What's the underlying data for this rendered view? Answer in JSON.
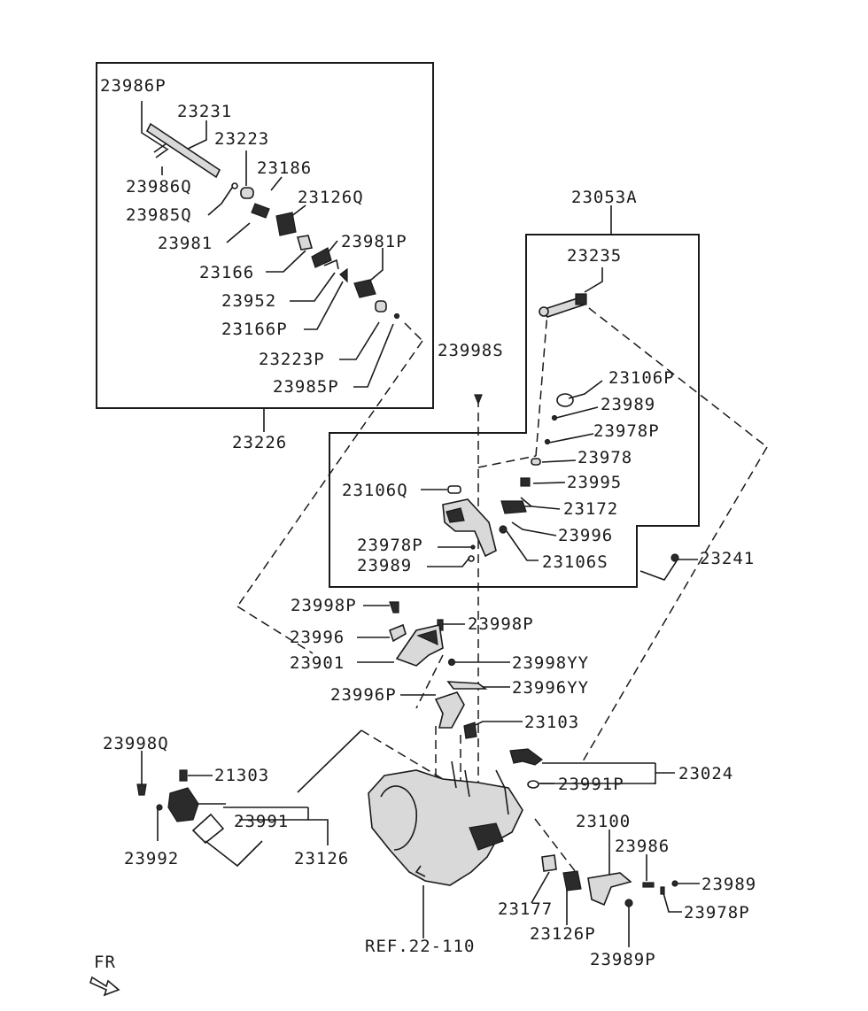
{
  "labels": {
    "l_23986P": "23986P",
    "l_23231": "23231",
    "l_23223": "23223",
    "l_23186": "23186",
    "l_23986Q": "23986Q",
    "l_23126Q": "23126Q",
    "l_23985Q": "23985Q",
    "l_23981": "23981",
    "l_23981P": "23981P",
    "l_23166": "23166",
    "l_23952": "23952",
    "l_23166P": "23166P",
    "l_23223P": "23223P",
    "l_23985P": "23985P",
    "l_23226": "23226",
    "l_23053A": "23053A",
    "l_23235": "23235",
    "l_23998S": "23998S",
    "l_23106P": "23106P",
    "l_23989a": "23989",
    "l_23978Pa": "23978P",
    "l_23978": "23978",
    "l_23106Q": "23106Q",
    "l_23995": "23995",
    "l_23172": "23172",
    "l_23978Pb": "23978P",
    "l_23996a": "23996",
    "l_23989b": "23989",
    "l_23106S": "23106S",
    "l_23241": "23241",
    "l_23998Pa": "23998P",
    "l_23998Pb": "23998P",
    "l_23996b": "23996",
    "l_23901": "23901",
    "l_23998YY": "23998YY",
    "l_23996P": "23996P",
    "l_23996YY": "23996YY",
    "l_23103": "23103",
    "l_23998Q": "23998Q",
    "l_21303": "21303",
    "l_23024": "23024",
    "l_23991P": "23991P",
    "l_23991": "23991",
    "l_23100": "23100",
    "l_23986": "23986",
    "l_23992": "23992",
    "l_23126": "23126",
    "l_23989c": "23989",
    "l_23978Pc": "23978P",
    "l_23177": "23177",
    "l_23126P": "23126P",
    "l_23989P": "23989P",
    "l_ref": "REF.22-110",
    "l_fr": "FR"
  }
}
